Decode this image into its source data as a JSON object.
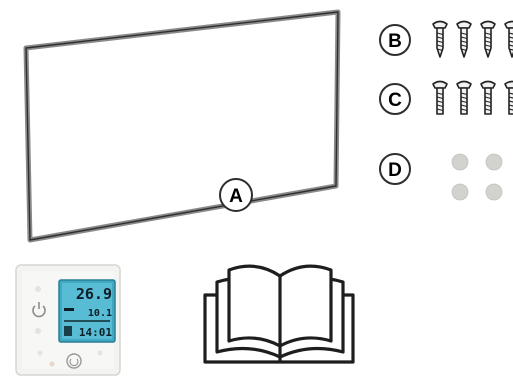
{
  "parts": [
    {
      "id": "A",
      "label": "A",
      "name": "panel"
    },
    {
      "id": "B",
      "label": "B",
      "name": "screws-pointed"
    },
    {
      "id": "C",
      "label": "C",
      "name": "screws-flat"
    },
    {
      "id": "D",
      "label": "D",
      "name": "caps"
    }
  ],
  "thermostat": {
    "temp_main": "26.9",
    "temp_set": "10.1",
    "clock": "14:01"
  },
  "counts": {
    "screws_b": 4,
    "screws_c": 4,
    "caps": 4
  },
  "colors": {
    "line": "#2e2e2e",
    "panel_frame": "#8a8a8a",
    "cap": "#d2d2ce",
    "lcd_bg": "#3fa9c4",
    "thermostat_body": "#f3f3f1"
  },
  "icons": [
    "screw-icon",
    "cap-icon",
    "power-icon",
    "manual-book-icon"
  ]
}
